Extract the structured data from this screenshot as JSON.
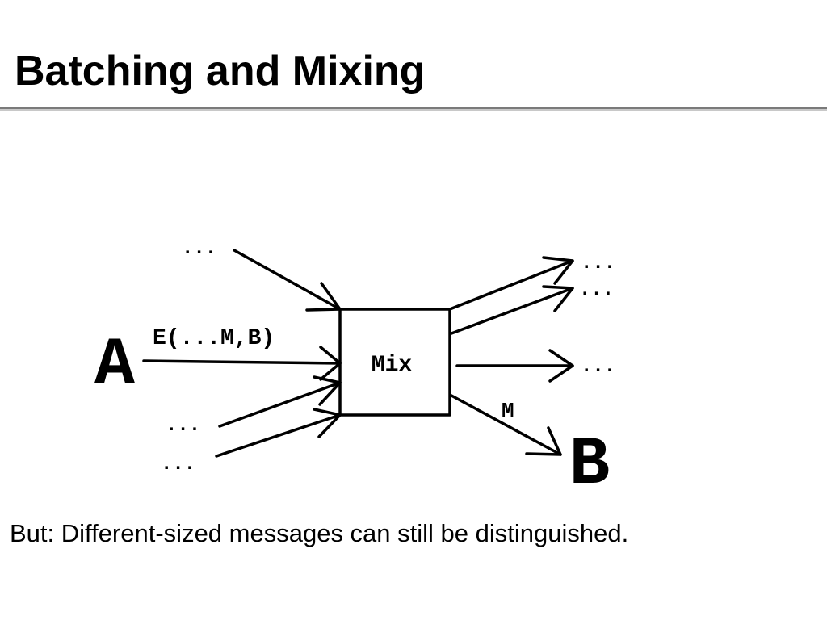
{
  "slide": {
    "title": "Batching and Mixing",
    "caption": "But: Different-sized messages can still be distinguished."
  },
  "diagram": {
    "mix_label": "Mix",
    "sender_label": "A",
    "receiver_label": "B",
    "input_message_label": "E(...M,B)",
    "output_message_label": "M",
    "ellipsis": "...",
    "colors": {
      "stroke": "#000000",
      "rule": "#7a7a7a"
    }
  }
}
